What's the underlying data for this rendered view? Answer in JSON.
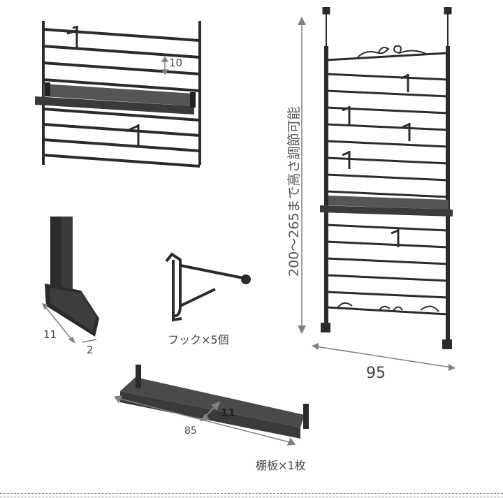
{
  "dimensions": {
    "step_10": "10",
    "base_11": "11",
    "base_2": "2",
    "height_range": "200～265まで高さ調節可能",
    "width_95": "95",
    "shelf_depth_11": "11",
    "shelf_width_85": "85"
  },
  "captions": {
    "hook": "フック×5個",
    "shelf": "棚板×1枚"
  },
  "colors": {
    "metal": "#2b2b2b",
    "dimension_arrow": "#808080",
    "label": "#444444"
  }
}
